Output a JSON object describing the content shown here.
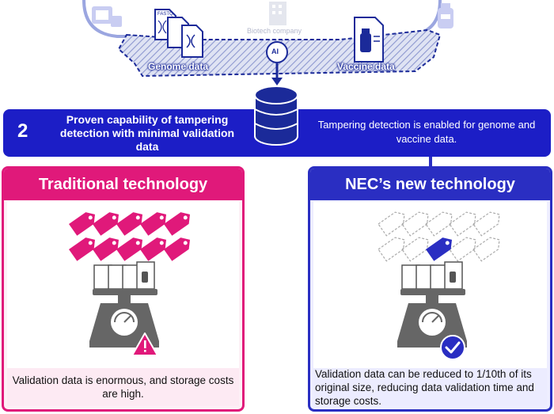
{
  "top": {
    "biotech_label": "Biotech company",
    "genome_label": "Genome data",
    "vaccine_label": "Vaccine data",
    "file_tag": "FASTQ",
    "ai_label": "AI"
  },
  "banner": {
    "number": "2",
    "title": "Proven capability of tampering detection with minimal validation data",
    "description": "Tampering detection is enabled for genome and vaccine data."
  },
  "left_panel": {
    "title": "Traditional technology",
    "description": "Validation data is enormous, and storage costs are high."
  },
  "right_panel": {
    "title": "NEC’s new technology",
    "description": "Validation data can be reduced to 1/10th of its original size, reducing data validation time and storage costs."
  },
  "colors": {
    "navy": "#1c1ec6",
    "magenta": "#e0197a",
    "blue": "#2a2ec2",
    "scale_gray": "#666666"
  }
}
